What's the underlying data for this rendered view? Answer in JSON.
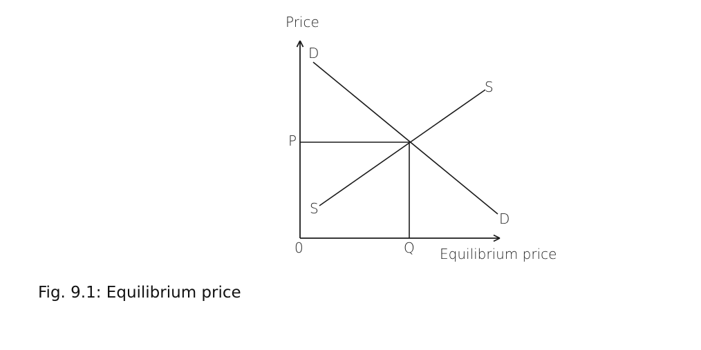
{
  "diagram": {
    "y_axis_label": "Price",
    "x_axis_label": "Equilibrium price",
    "origin_label": "0",
    "price_label": "P",
    "quantity_label": "Q",
    "demand_label": "D",
    "supply_label": "S"
  },
  "caption": "Fig. 9.1: Equilibrium price"
}
